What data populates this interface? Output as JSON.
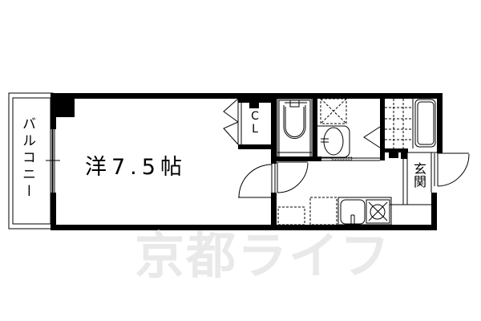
{
  "floor_plan": {
    "main_room": {
      "label": "洋7.5帖",
      "type": "洋室",
      "size_jo": 7.5
    },
    "balcony": {
      "label": "バルコニー"
    },
    "closet": {
      "label": "CL"
    },
    "entrance": {
      "label": "玄関"
    },
    "watermark": "京都ライフ",
    "fixtures": [
      "toilet",
      "washbasin",
      "washing-machine-space",
      "bathtub",
      "kitchen-sink",
      "gas-stove",
      "refrigerator-space",
      "storage-space"
    ],
    "colors": {
      "wall": "#000000",
      "background": "#ffffff",
      "watermark": "#e9e9e9"
    }
  }
}
